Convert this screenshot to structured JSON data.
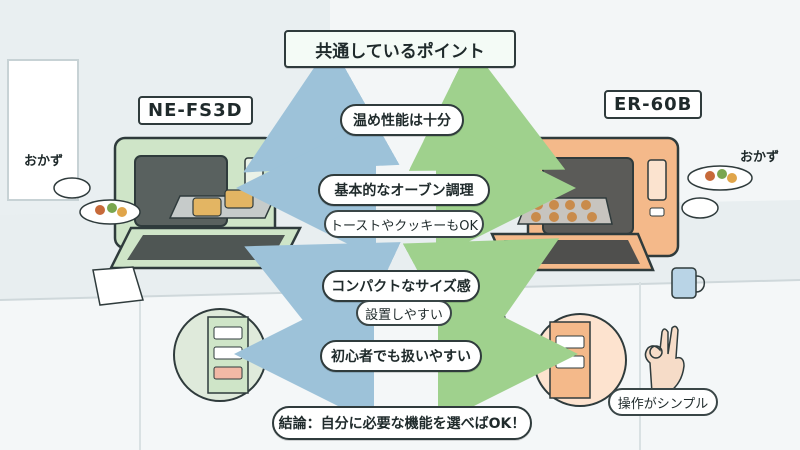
{
  "title": "共通しているポイント",
  "models": {
    "left": "NE-FS3D",
    "right": "ER-60B"
  },
  "side_dish_label": "おかず",
  "points": [
    {
      "main": "温め性能は十分",
      "sub": ""
    },
    {
      "main": "基本的なオーブン調理",
      "sub": "トーストやクッキーもOK"
    },
    {
      "main": "コンパクトなサイズ感",
      "sub": "設置しやすい"
    },
    {
      "main": "初心者でも扱いやすい",
      "sub": "操作がシンプル"
    }
  ],
  "conclusion": "結論：自分に必要な機能を選べばOK！",
  "colors": {
    "left_oven": "#cfe5c8",
    "right_oven": "#f4b98a",
    "arrow_left": "#b9d4e6",
    "arrow_right": "#bde3b0"
  },
  "icons": [
    "oven-icon",
    "bread-toast-icon",
    "cookie-icon",
    "rice-bowl-icon",
    "dish-icon",
    "person-icon",
    "ok-hand-icon",
    "mug-icon",
    "towel-icon"
  ]
}
